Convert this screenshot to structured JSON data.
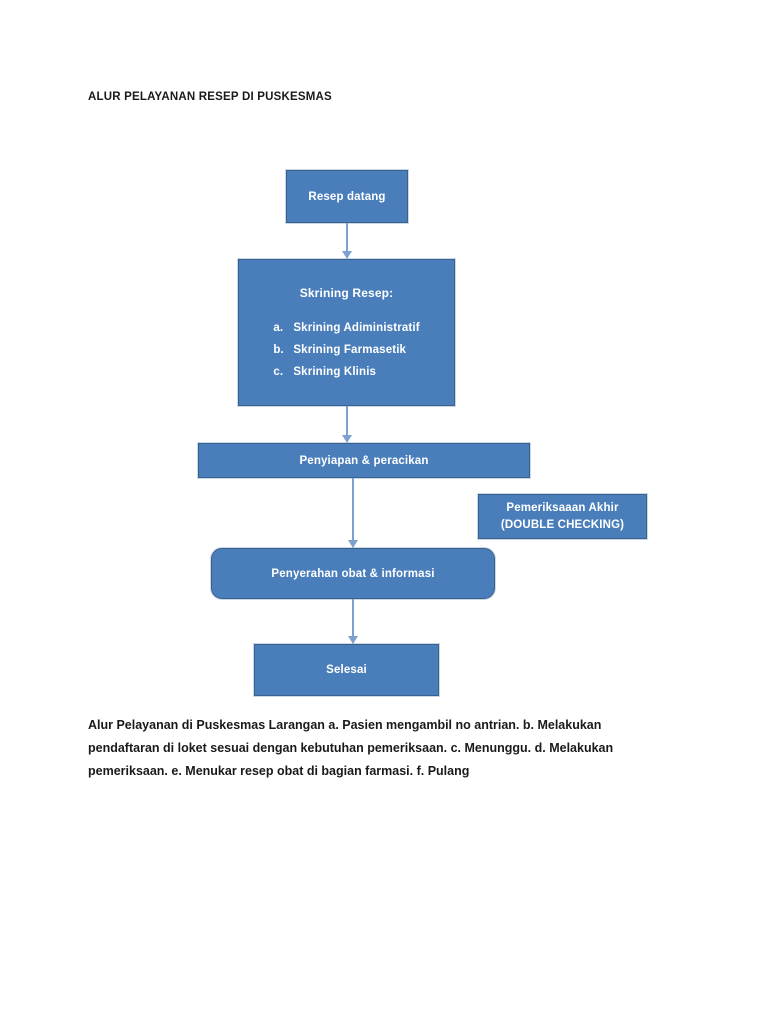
{
  "document": {
    "title": "ALUR PELAYANAN RESEP DI PUSKESMAS",
    "caption": "Alur Pelayanan di Puskesmas Larangan a. Pasien mengambil no antrian. b. Melakukan pendaftaran di loket sesuai dengan kebutuhan pemeriksaan. c. Menunggu. d. Melakukan pemeriksaan. e. Menukar resep obat di bagian farmasi. f. Pulang"
  },
  "colors": {
    "node_fill": "#4a7ebb",
    "node_border": "#37618e",
    "connector": "#7ba2ce",
    "node_text": "#ffffff",
    "body_text": "#1a1a1a",
    "page_background": "#ffffff"
  },
  "flowchart": {
    "type": "flowchart",
    "orientation": "top-to-bottom",
    "nodes": [
      {
        "id": "resep-datang",
        "label": "Resep datang",
        "shape": "rectangle"
      },
      {
        "id": "skrining-resep",
        "heading": "Skrining Resep:",
        "shape": "rectangle",
        "items": [
          {
            "marker": "a.",
            "label": "Skrining Adiministratif"
          },
          {
            "marker": "b.",
            "label": "Skrining Farmasetik"
          },
          {
            "marker": "c.",
            "label": "Skrining  Klinis"
          }
        ]
      },
      {
        "id": "penyiapan-peracikan",
        "label": "Penyiapan & peracikan",
        "shape": "rectangle"
      },
      {
        "id": "pemeriksaan-akhir",
        "label_line1": "Pemeriksaaan Akhir",
        "label_line2": "(DOUBLE CHECKING)",
        "shape": "rectangle",
        "position": "side-note-right"
      },
      {
        "id": "penyerahan-obat",
        "label": "Penyerahan obat & informasi",
        "shape": "rounded-rectangle"
      },
      {
        "id": "selesai",
        "label": "Selesai",
        "shape": "rectangle"
      }
    ],
    "edges": [
      {
        "from": "resep-datang",
        "to": "skrining-resep",
        "style": "arrow-down"
      },
      {
        "from": "skrining-resep",
        "to": "penyiapan-peracikan",
        "style": "arrow-down"
      },
      {
        "from": "penyiapan-peracikan",
        "to": "penyerahan-obat",
        "style": "arrow-down"
      },
      {
        "from": "penyerahan-obat",
        "to": "selesai",
        "style": "arrow-down"
      }
    ]
  }
}
